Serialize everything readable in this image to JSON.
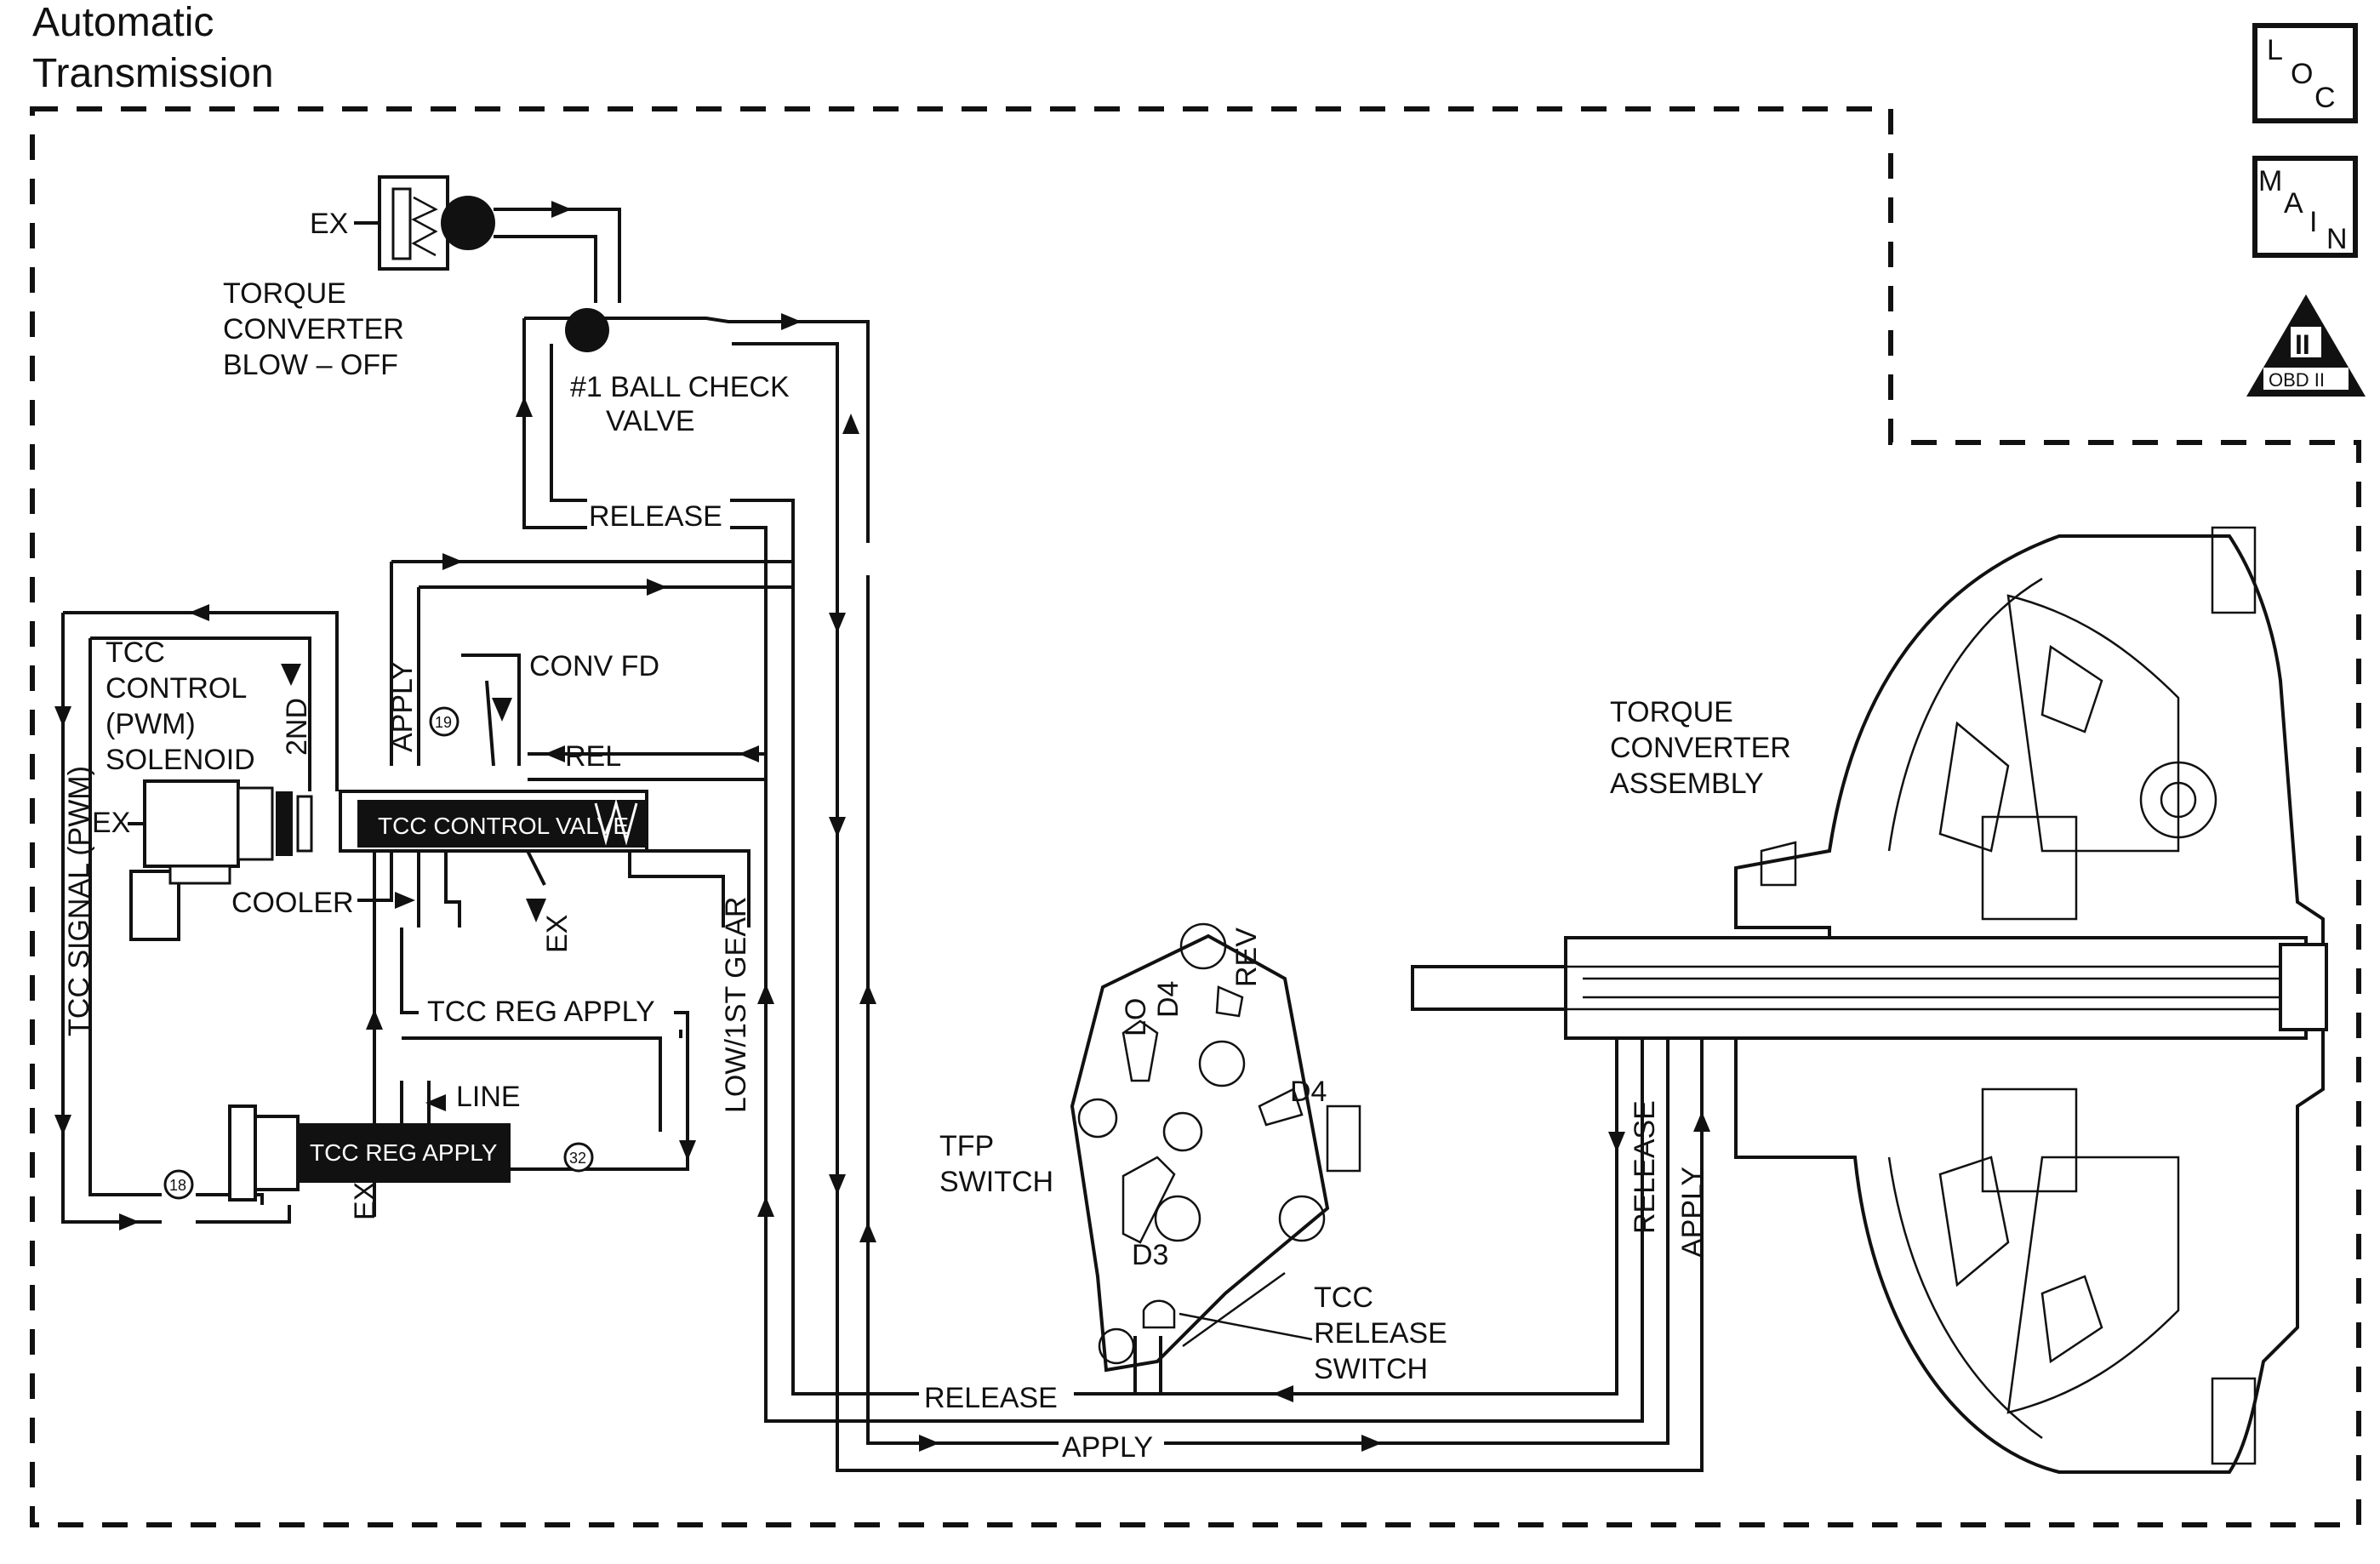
{
  "header": {
    "line1": "Automatic",
    "line2": "Transmission"
  },
  "badges": {
    "loc": [
      "L",
      "O",
      "C"
    ],
    "main": [
      "M",
      "A",
      "I",
      "N"
    ],
    "obd_numeral": "II",
    "obd_label": "OBD II"
  },
  "labels": {
    "ex": "EX",
    "blowoff": [
      "TORQUE",
      "CONVERTER",
      "BLOW – OFF"
    ],
    "ballcheck": [
      "#1 BALL CHECK",
      "VALVE"
    ],
    "release": "RELEASE",
    "apply": "APPLY",
    "conv_fd": "CONV FD",
    "rel": "REL",
    "second": "2ND",
    "solenoid": [
      "TCC",
      "CONTROL",
      "(PWM)",
      "SOLENOID"
    ],
    "tcc_signal": "TCC SIGNAL (PWM)",
    "control_valve": "TCC CONTROL VALVE",
    "cooler": "COOLER",
    "tcc_reg_apply": "TCC REG APPLY",
    "line": "LINE",
    "low_1st": "LOW/1ST GEAR",
    "tfp_switch": [
      "TFP",
      "SWITCH"
    ],
    "tcc_release_switch": [
      "TCC",
      "RELEASE",
      "SWITCH"
    ],
    "torque_converter": [
      "TORQUE",
      "CONVERTER",
      "ASSEMBLY"
    ],
    "lo": "LO",
    "d4": "D4",
    "rev": "REV",
    "d3": "D3",
    "orifice_19": "19",
    "orifice_18": "18",
    "orifice_32": "32"
  }
}
